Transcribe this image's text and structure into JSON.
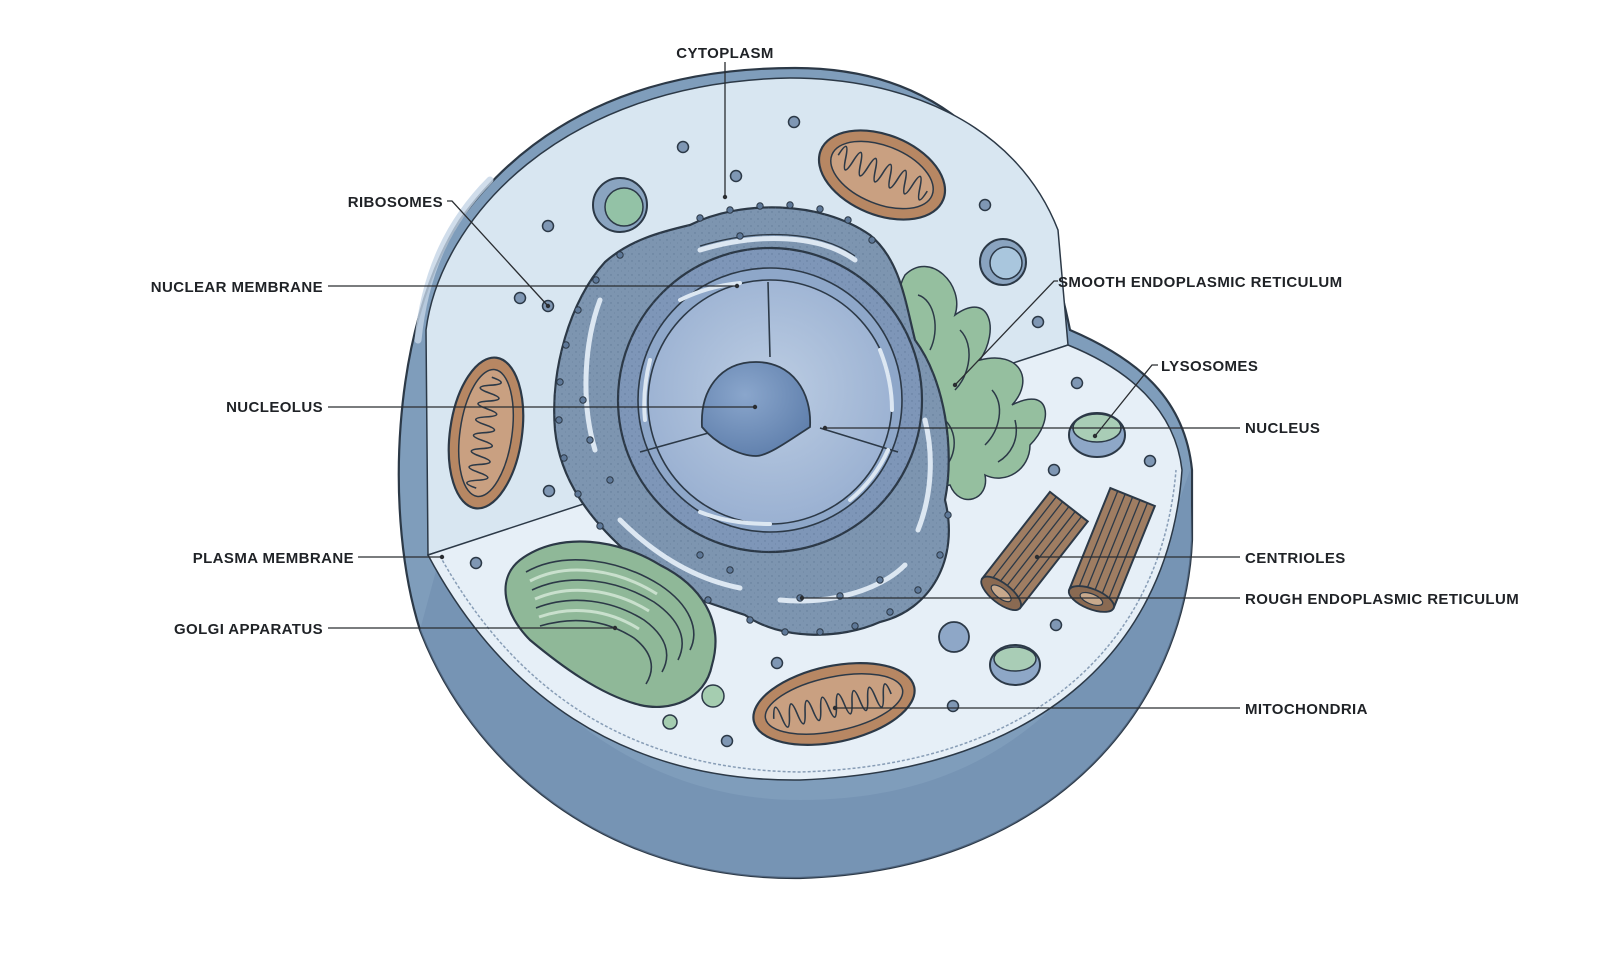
{
  "diagram": {
    "labels": {
      "cytoplasm": "CYTOPLASM",
      "ribosomes": "RIBOSOMES",
      "nuclear_membrane": "NUCLEAR MEMBRANE",
      "nucleolus": "NUCLEOLUS",
      "plasma_membrane": "PLASMA MEMBRANE",
      "golgi_apparatus": "GOLGI APPARATUS",
      "smooth_er": "SMOOTH ENDOPLASMIC RETICULUM",
      "lysosomes": "LYSOSOMES",
      "nucleus": "NUCLEUS",
      "centrioles": "CENTRIOLES",
      "rough_er": "ROUGH ENDOPLASMIC RETICULUM",
      "mitochondria": "MITOCHONDRIA"
    },
    "colors": {
      "membrane": "#7f9dbb",
      "membrane_dark": "#6a88a8",
      "cytoplasm": "#d8e6f1",
      "cytoplasm_light": "#e6eff7",
      "rough_er": "#7d95b0",
      "nucleus": "#a9bfd9",
      "nucleolus": "#6f8fba",
      "golgi": "#8fb898",
      "smooth_er": "#95bf9f",
      "mitochondria": "#b78763",
      "centrioles": "#9f7d62",
      "lysosome": "#a9cdb6",
      "outline": "#2c3947"
    }
  }
}
